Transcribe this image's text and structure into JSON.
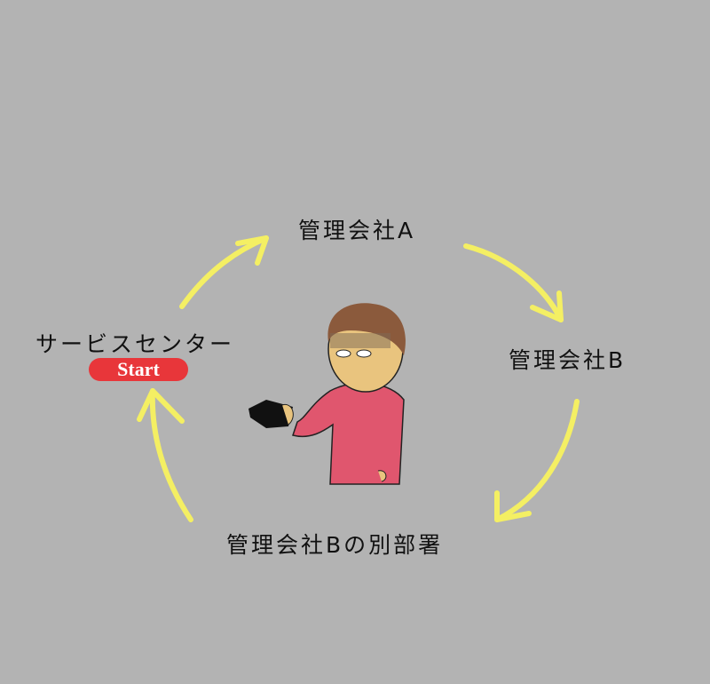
{
  "nodes": {
    "service_center": "サービスセンター",
    "start_badge": "Start",
    "company_a": "管理会社A",
    "company_b": "管理会社B",
    "company_b_other_dept": "管理会社Bの別部署"
  },
  "colors": {
    "background": "#b3b3b3",
    "arrow": "#f4ef63",
    "start_badge": "#e8363a",
    "sweater": "#e0566e"
  }
}
